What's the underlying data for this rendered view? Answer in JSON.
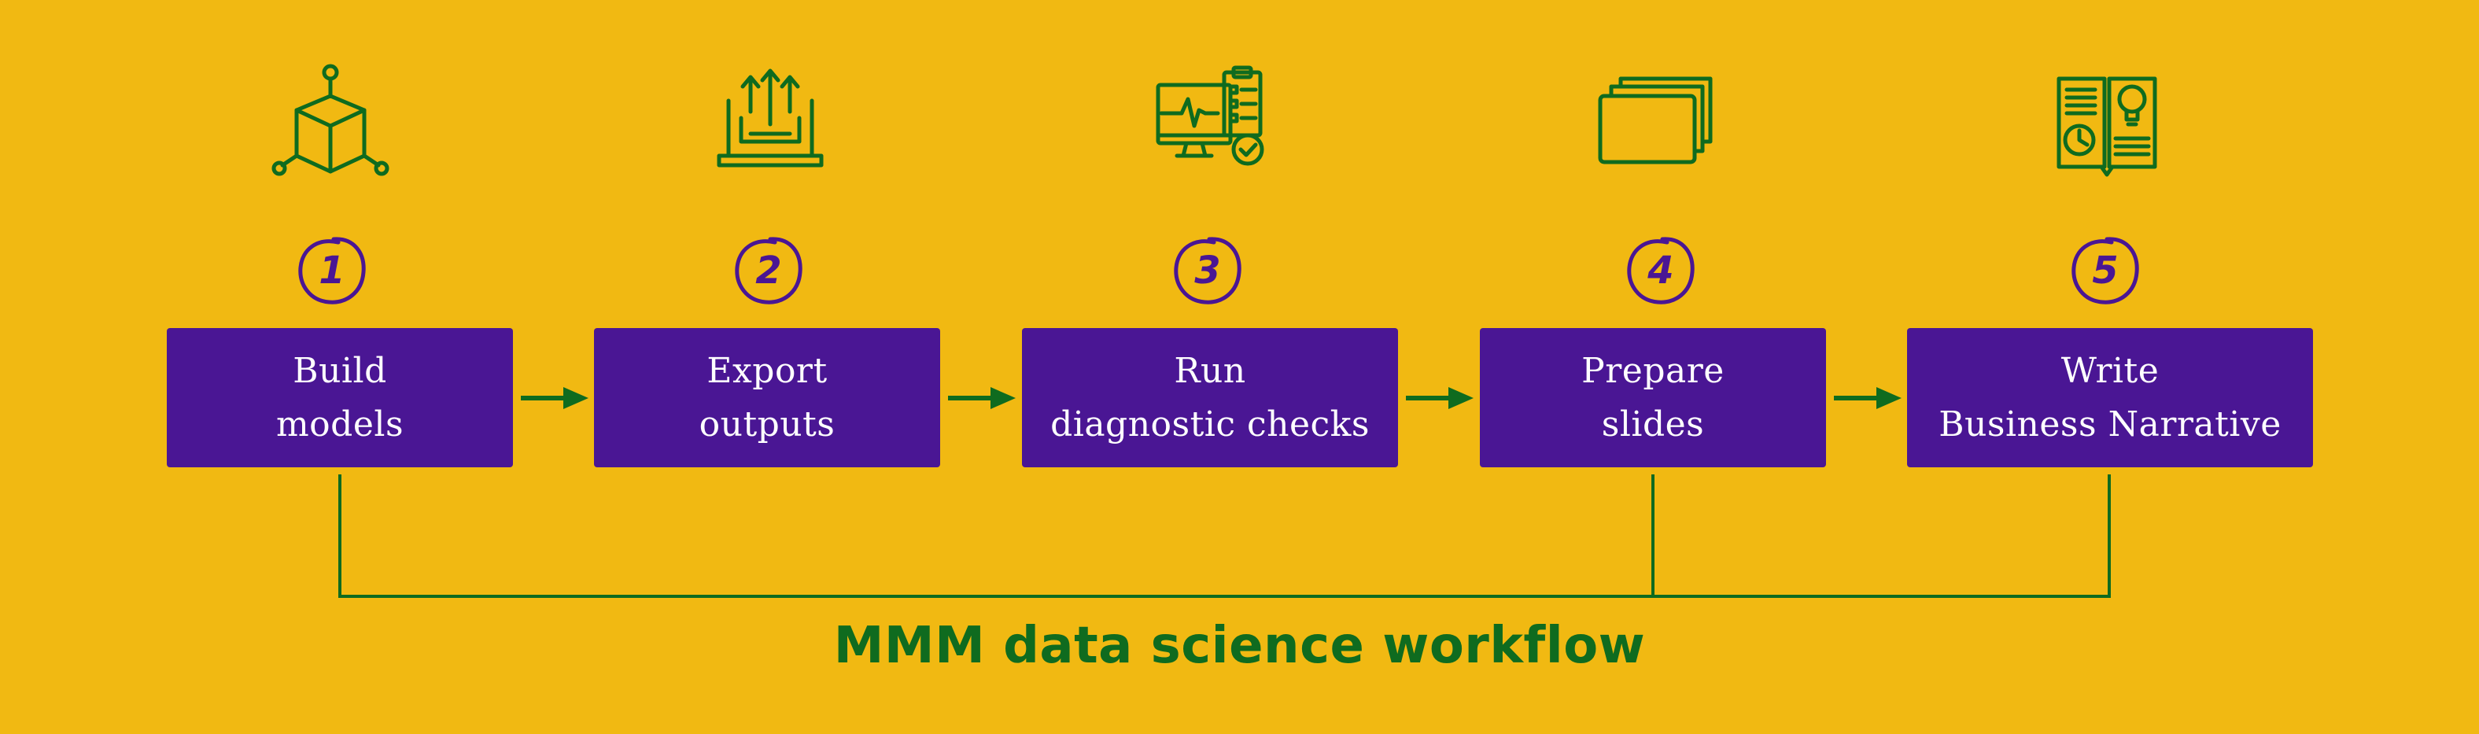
{
  "colors": {
    "background": "#F1B912",
    "box": "#4A1694",
    "accent_green": "#0F6B1F",
    "badge_purple": "#4A1694"
  },
  "steps": [
    {
      "number": "1",
      "line1": "Build",
      "line2": "models",
      "icon": "cube-network-icon"
    },
    {
      "number": "2",
      "line1": "Export",
      "line2": "outputs",
      "icon": "laptop-upload-icon"
    },
    {
      "number": "3",
      "line1": "Run",
      "line2": "diagnostic checks",
      "icon": "monitor-checklist-icon"
    },
    {
      "number": "4",
      "line1": "Prepare",
      "line2": "slides",
      "icon": "slides-stack-icon"
    },
    {
      "number": "5",
      "line1": "Write",
      "line2": "Business Narrative",
      "icon": "book-idea-icon"
    }
  ],
  "title": "MMM data science workflow"
}
